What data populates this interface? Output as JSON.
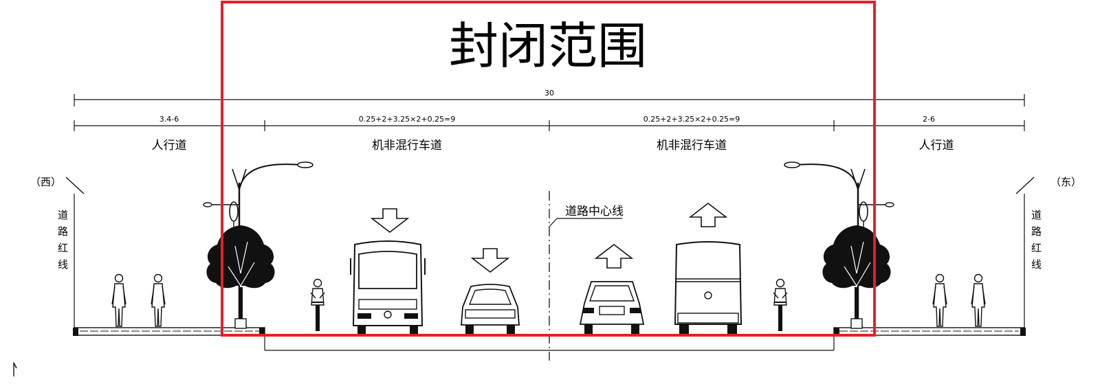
{
  "closure_label": "封闭范围",
  "colors": {
    "closure": "#e3212b",
    "line": "#111111"
  },
  "dimensions": {
    "total": "30",
    "west_sidewalk": "3.4-6",
    "west_carriageway": "0.25+2+3.25×2+0.25=9",
    "east_carriageway": "0.25+2+3.25×2+0.25=9",
    "east_sidewalk": "2-6"
  },
  "zones": {
    "west_sidewalk": "人行道",
    "west_carriageway": "机非混行车道",
    "east_carriageway": "机非混行车道",
    "east_sidewalk": "人行道"
  },
  "sides": {
    "west": "（西）",
    "east": "（东）",
    "red_line_chars": [
      "道",
      "路",
      "红",
      "线"
    ]
  },
  "centerline_label": "道路中心线",
  "icons": [
    "streetlight-icon",
    "tree-icon",
    "pedestrian-icon",
    "cyclist-icon",
    "bus-front-icon",
    "bus-rear-icon",
    "car-front-icon",
    "car-rear-icon",
    "arrow-down-icon",
    "arrow-up-icon"
  ]
}
